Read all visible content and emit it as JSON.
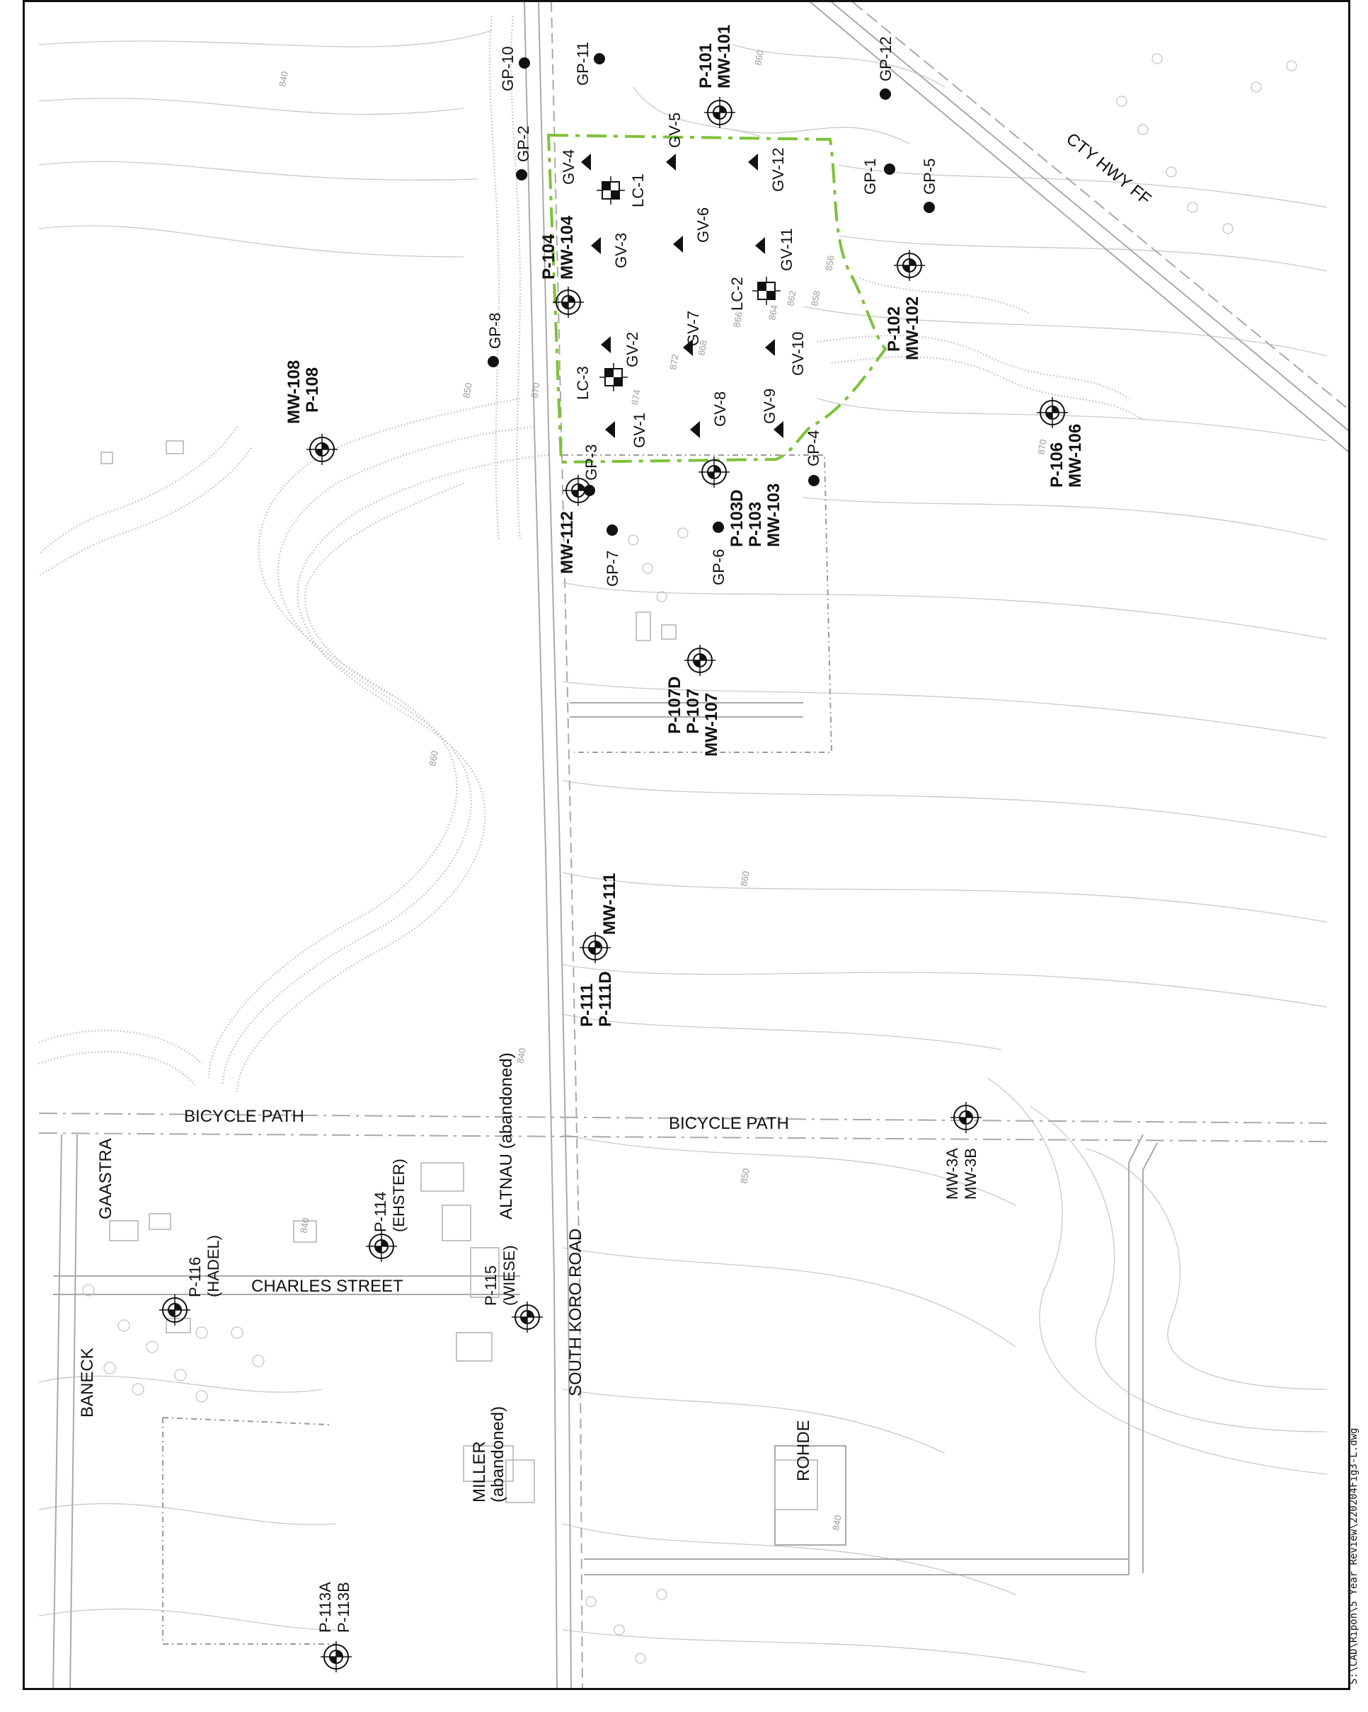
{
  "map": {
    "roads": [
      {
        "id": "south-koro-road",
        "label": "SOUTH KORO ROAD"
      },
      {
        "id": "charles-street",
        "label": "CHARLES STREET"
      },
      {
        "id": "bicycle-path-west",
        "label": "BICYCLE PATH"
      },
      {
        "id": "bicycle-path-east",
        "label": "BICYCLE PATH"
      },
      {
        "id": "cty-hwy-ff",
        "label": "CTY HWY FF"
      }
    ],
    "property_labels": [
      {
        "id": "gaastra",
        "lines": [
          "GAASTRA"
        ]
      },
      {
        "id": "baneck",
        "lines": [
          "BANECK"
        ]
      },
      {
        "id": "altnau",
        "lines": [
          "ALTNAU (abandoned)"
        ]
      },
      {
        "id": "miller",
        "lines": [
          "MILLER",
          "(abandoned)"
        ]
      },
      {
        "id": "rohde",
        "lines": [
          "ROHDE"
        ]
      }
    ],
    "contour_labels": [
      "840",
      "850",
      "860",
      "870",
      "856",
      "858",
      "862",
      "864",
      "866",
      "868",
      "872",
      "874"
    ],
    "gas_probes": [
      "GP-1",
      "GP-2",
      "GP-3",
      "GP-4",
      "GP-5",
      "GP-6",
      "GP-7",
      "GP-8",
      "GP-10",
      "GP-11",
      "GP-12"
    ],
    "gas_vents": [
      "GV-1",
      "GV-2",
      "GV-3",
      "GV-4",
      "GV-5",
      "GV-6",
      "GV-7",
      "GV-8",
      "GV-9",
      "GV-10",
      "GV-11",
      "GV-12"
    ],
    "leachate_collectors": [
      "LC-1",
      "LC-2",
      "LC-3"
    ],
    "monitoring_wells": [
      {
        "id": "p101",
        "lines": [
          "P-101",
          "MW-101"
        ],
        "bold": true
      },
      {
        "id": "p102",
        "lines": [
          "P-102",
          "MW-102"
        ],
        "bold": true
      },
      {
        "id": "p103",
        "lines": [
          "P-103D",
          "P-103",
          "MW-103"
        ],
        "bold": true
      },
      {
        "id": "p104",
        "lines": [
          "P-104",
          "MW-104"
        ],
        "bold": true
      },
      {
        "id": "p106",
        "lines": [
          "P-106",
          "MW-106"
        ],
        "bold": true
      },
      {
        "id": "p107",
        "lines": [
          "P-107D",
          "P-107",
          "MW-107"
        ],
        "bold": true
      },
      {
        "id": "p108",
        "lines": [
          "MW-108",
          "P-108"
        ],
        "bold": true
      },
      {
        "id": "mw111",
        "lines": [
          "MW-111"
        ],
        "bold": true
      },
      {
        "id": "p111",
        "lines": [
          "P-111",
          "P-111D"
        ],
        "bold": true
      },
      {
        "id": "mw112",
        "lines": [
          "MW-112"
        ],
        "bold": true
      },
      {
        "id": "mw3",
        "lines": [
          "MW-3A",
          "MW-3B"
        ],
        "bold": false
      },
      {
        "id": "p113",
        "lines": [
          "P-113A",
          "P-113B"
        ],
        "bold": false
      },
      {
        "id": "p114",
        "lines": [
          "P-114",
          "(EHSTER)"
        ],
        "bold": false
      },
      {
        "id": "p115",
        "lines": [
          "P-115",
          "(WIESE)"
        ],
        "bold": false
      },
      {
        "id": "p116",
        "lines": [
          "P-116",
          "(HADEL)"
        ],
        "bold": false
      }
    ],
    "file_path": "S:\\CAD\\Ripon\\5 Year Review\\220204Fig3-L.dwg",
    "colors": {
      "landfill_boundary": "#7dc23a",
      "frame": "#111111",
      "basemap_line": "#c9c9c9"
    }
  }
}
